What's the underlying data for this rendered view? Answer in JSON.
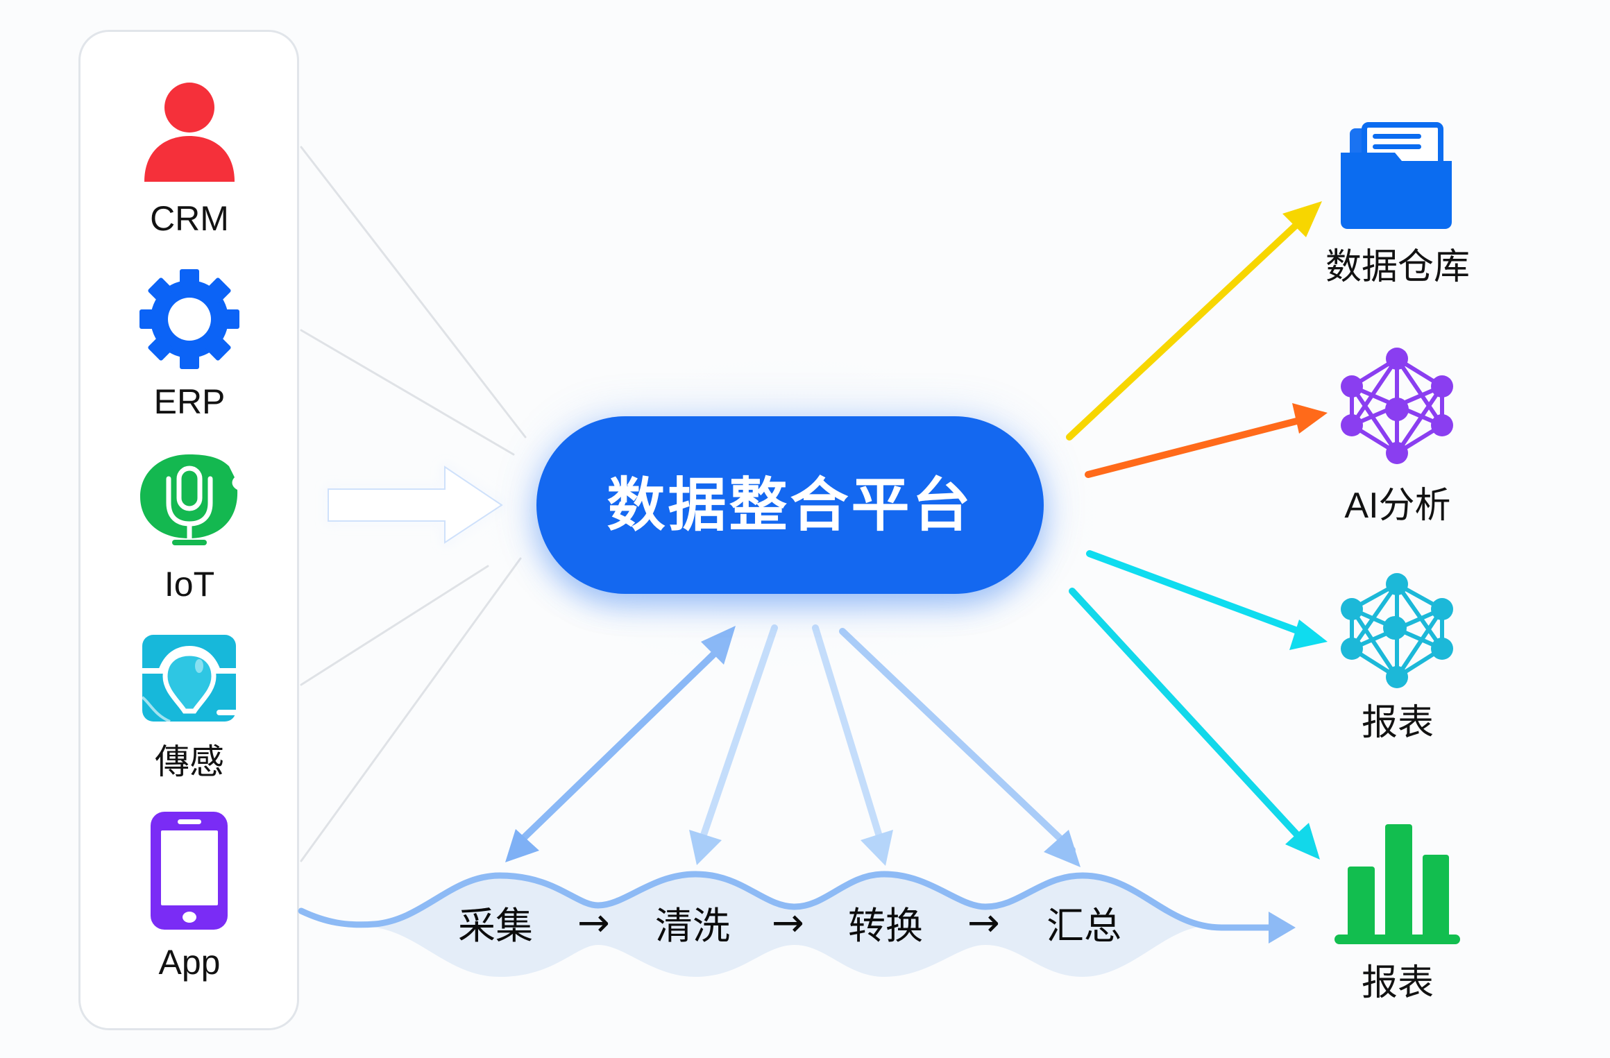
{
  "diagram": {
    "hub": {
      "title": "数据整合平台",
      "color": "#1468f0"
    },
    "sources": [
      {
        "id": "crm",
        "label": "CRM",
        "icon": "person-icon",
        "color": "#f5303a"
      },
      {
        "id": "erp",
        "label": "ERP",
        "icon": "gear-icon",
        "color": "#0b63f6"
      },
      {
        "id": "iot",
        "label": "IoT",
        "icon": "microphone-icon",
        "color": "#14b850"
      },
      {
        "id": "sensor",
        "label": "傳感",
        "icon": "sensor-bulb-icon",
        "color": "#17b8da"
      },
      {
        "id": "app",
        "label": "App",
        "icon": "smartphone-icon",
        "color": "#7a2cf5"
      }
    ],
    "destinations": [
      {
        "id": "warehouse",
        "label": "数据仓库",
        "icon": "folder-document-icon",
        "color": "#0b6cf0",
        "arrow_color": "#f7d600"
      },
      {
        "id": "ai",
        "label": "AI分析",
        "icon": "neural-network-icon",
        "color": "#8a3ef0",
        "arrow_color": "#ff6a1a"
      },
      {
        "id": "report1",
        "label": "报表",
        "icon": "network-graph-icon",
        "color": "#1cb8d8",
        "arrow_color": "#0fdcef"
      },
      {
        "id": "report2",
        "label": "报表",
        "icon": "bar-chart-icon",
        "color": "#12be4f",
        "arrow_color": "#12d8ea"
      }
    ],
    "pipeline": {
      "stages": [
        "采集",
        "清洗",
        "转换",
        "汇总"
      ],
      "separator": "→",
      "line_color": "#8dbaf5",
      "fill_color": "#e4edf8"
    },
    "colors": {
      "background": "#fbfcfd",
      "panel_border": "#e1e5ea",
      "connector_gray": "#dfe2e6",
      "process_arrow": "#8ab8f6"
    }
  }
}
